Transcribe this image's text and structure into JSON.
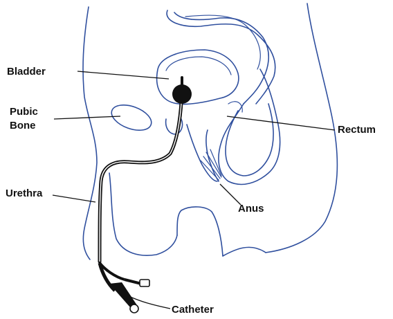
{
  "labels": {
    "bladder": "Bladder",
    "pubic_bone_line1": "Pubic",
    "pubic_bone_line2": "Bone",
    "urethra": "Urethra",
    "rectum": "Rectum",
    "anus": "Anus",
    "catheter": "Catheter"
  },
  "colors": {
    "anatomy_outline": "#2f4f9e",
    "catheter": "#111111",
    "label_text": "#111111",
    "background": "#ffffff"
  }
}
